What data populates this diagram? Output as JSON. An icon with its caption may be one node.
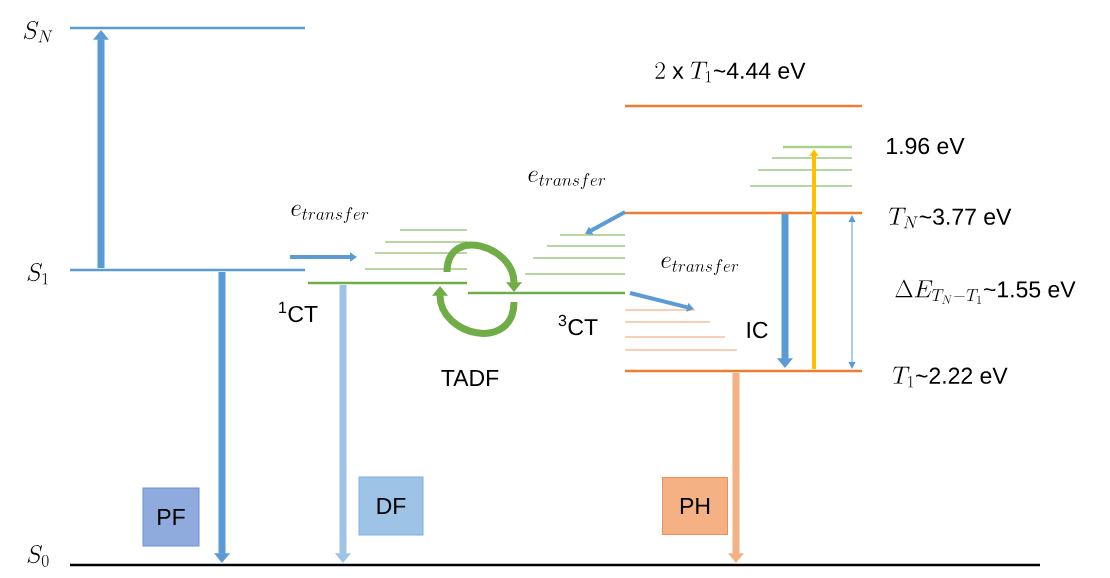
{
  "diagram": {
    "nodes": [
      {
        "text": [
          "S_{N}"
        ]
      },
      {
        "text": [
          "S_{1}"
        ]
      },
      {
        "text": [
          "S_{0}"
        ]
      },
      {
        "text": [
          "$^{1}$CT"
        ]
      },
      {
        "text": [
          "$^{3}$CT"
        ]
      },
      {
        "text": [
          "2\\text{ x }T_{1}\\text{\\textasciitilde 4.44 eV}"
        ]
      },
      {
        "text": [
          "T_{N}\\text{\\textasciitilde 3.77 eV}"
        ]
      },
      {
        "text": [
          "T_{1}\\text{\\textasciitilde 2.22 eV}"
        ]
      },
      {
        "text": [
          "1.96 eV"
        ]
      },
      {
        "text": [
          "PF"
        ]
      },
      {
        "text": [
          "DF"
        ]
      },
      {
        "text": [
          "PH"
        ]
      },
      {
        "text": [],
        "shape": "lines"
      },
      {
        "text": [],
        "shape": "lines"
      }
    ],
    "edges": [
      {
        "from": 1,
        "to": 0,
        "arrow": "to"
      },
      {
        "from": 1,
        "to": 2,
        "arrow": "to"
      },
      {
        "from": 3,
        "to": 2,
        "arrow": "to",
        "color": "#9dc3e6"
      },
      {
        "from": 1,
        "to": 3,
        "arrow": "to",
        "label": "e_{transfer}"
      },
      {
        "from": 3,
        "to": 4,
        "arrow": "to",
        "color": "#70ad47"
      },
      {
        "from": 4,
        "to": 3,
        "arrow": "to",
        "color": "#70ad47",
        "label": "TADF"
      },
      {
        "from": 6,
        "to": 12,
        "arrow": "to",
        "label": "e_{transfer}"
      },
      {
        "from": 4,
        "to": 13,
        "arrow": "to",
        "label": "e_{transfer}"
      },
      {
        "from": 6,
        "to": 7,
        "arrow": "to",
        "label": "IC"
      },
      {
        "from": 7,
        "to": 8,
        "arrow": "to",
        "color": "#ffc000"
      },
      {
        "from": 7,
        "to": 2,
        "arrow": "to",
        "color": "#f4b183"
      },
      {
        "from": 6,
        "to": 7,
        "arrow": "both",
        "label": "\\Delta E_{T_{N}-T_{1}}\\text{\\textasciitilde 1.55 eV}"
      }
    ]
  }
}
